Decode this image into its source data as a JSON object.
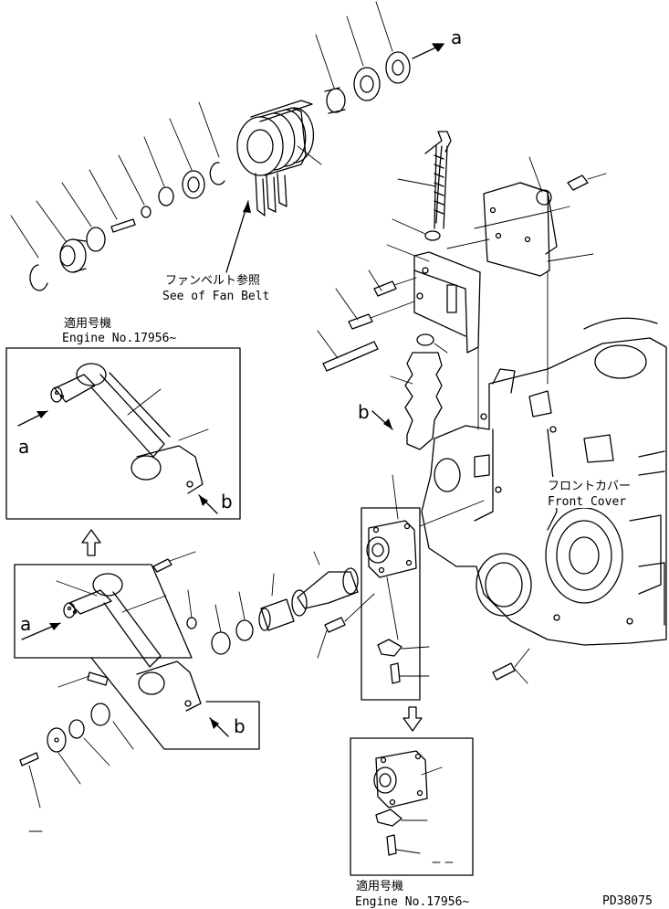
{
  "labels": {
    "fan_belt_jp": "ファンベルト参照",
    "fan_belt_en": "See of Fan Belt",
    "front_cover_jp": "フロントカバー",
    "front_cover_en": "Front Cover",
    "applicable_jp_top": "適用号機",
    "engine_no_top": "Engine No.17956~",
    "applicable_jp_bottom": "適用号機",
    "engine_no_bottom": "Engine No.17956~",
    "figure_code": "PD38075"
  },
  "callouts": {
    "a_top": "a",
    "b_mid": "b",
    "a_inset": "a",
    "b_inset": "b",
    "a_left": "a",
    "b_left": "b"
  }
}
